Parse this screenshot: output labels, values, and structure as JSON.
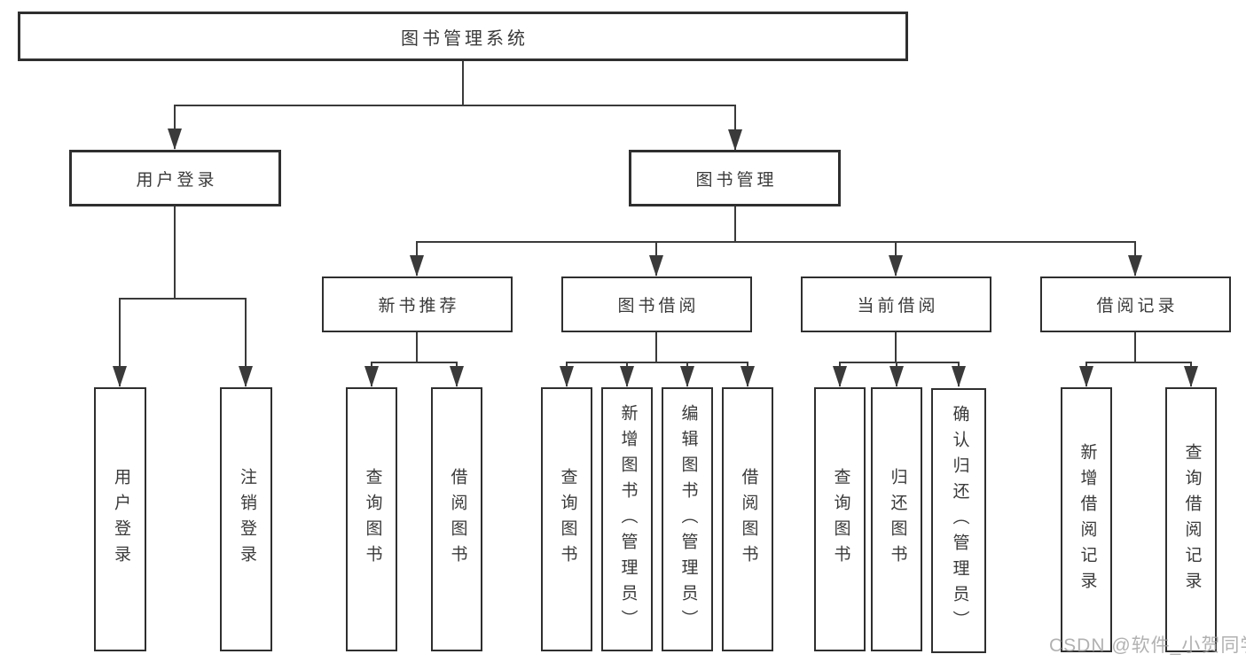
{
  "diagram": {
    "type": "hierarchy-tree",
    "orientation": "top-down",
    "colors": {
      "background": "#ffffff",
      "line": "#3a3a3a",
      "box_border": "#2f2f2f",
      "text": "#3a3a3a",
      "watermark": "#9e9e9e"
    }
  },
  "nodes": {
    "root": "图书管理系统",
    "user_login": "用户登录",
    "book_mgmt": "图书管理",
    "new_books": "新书推荐",
    "book_borrow": "图书借阅",
    "current_borrow": "当前借阅",
    "borrow_records": "借阅记录",
    "leaves": {
      "g1": [
        "用户登录",
        "注销登录"
      ],
      "g2": [
        "查询图书",
        "借阅图书"
      ],
      "g3": [
        "查询图书",
        "新增图书（管理员）",
        "编辑图书（管理员）",
        "借阅图书"
      ],
      "g4": [
        "查询图书",
        "归还图书",
        "确认归还（管理员）"
      ],
      "g5": [
        "新增借阅记录",
        "查询借阅记录"
      ]
    }
  },
  "tree": {
    "label": "图书管理系统",
    "children": [
      {
        "label": "用户登录",
        "children": [
          {
            "label": "用户登录"
          },
          {
            "label": "注销登录"
          }
        ]
      },
      {
        "label": "图书管理",
        "children": [
          {
            "label": "新书推荐",
            "children": [
              {
                "label": "查询图书"
              },
              {
                "label": "借阅图书"
              }
            ]
          },
          {
            "label": "图书借阅",
            "children": [
              {
                "label": "查询图书"
              },
              {
                "label": "新增图书（管理员）"
              },
              {
                "label": "编辑图书（管理员）"
              },
              {
                "label": "借阅图书"
              }
            ]
          },
          {
            "label": "当前借阅",
            "children": [
              {
                "label": "查询图书"
              },
              {
                "label": "归还图书"
              },
              {
                "label": "确认归还（管理员）"
              }
            ]
          },
          {
            "label": "借阅记录",
            "children": [
              {
                "label": "新增借阅记录"
              },
              {
                "label": "查询借阅记录"
              }
            ]
          }
        ]
      }
    ]
  },
  "watermark": {
    "text": "CSDN @软件_小贺同学"
  }
}
